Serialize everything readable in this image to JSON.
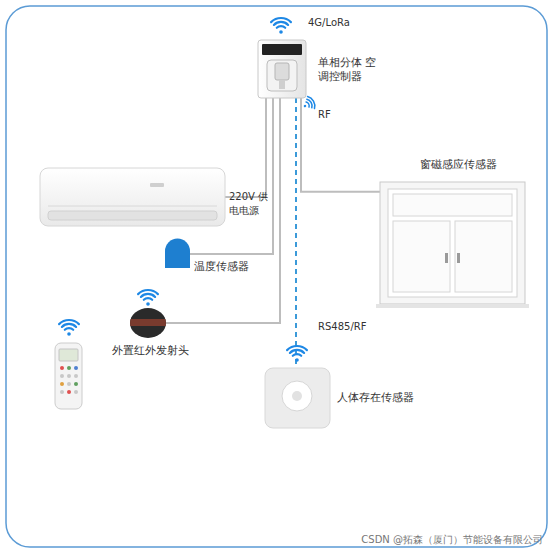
{
  "diagram": {
    "nodes": [
      {
        "text": [
          "单相分体 空调控制器"
        ]
      },
      {
        "text": [
          "220V 供电电源"
        ]
      },
      {
        "text": [
          "窗磁感应传感器"
        ]
      },
      {
        "text": [
          "温度传感器"
        ]
      },
      {
        "text": [
          "外置红外发射头"
        ]
      },
      {
        "text": [
          "人体存在传感器"
        ]
      }
    ],
    "edges": [
      {
        "from": 0,
        "to": 1,
        "arrow": "none"
      },
      {
        "from": 0,
        "to": 2,
        "arrow": "none"
      },
      {
        "from": 0,
        "to": 3,
        "arrow": "none"
      },
      {
        "from": 0,
        "to": 4,
        "arrow": "none"
      },
      {
        "from": 0,
        "to": 5,
        "label": "RS485/RF",
        "arrow": "none"
      }
    ],
    "labels": [
      "4G/LoRa",
      "RF",
      "CSDN @拓森（厦门）节能设备有限公司"
    ]
  }
}
